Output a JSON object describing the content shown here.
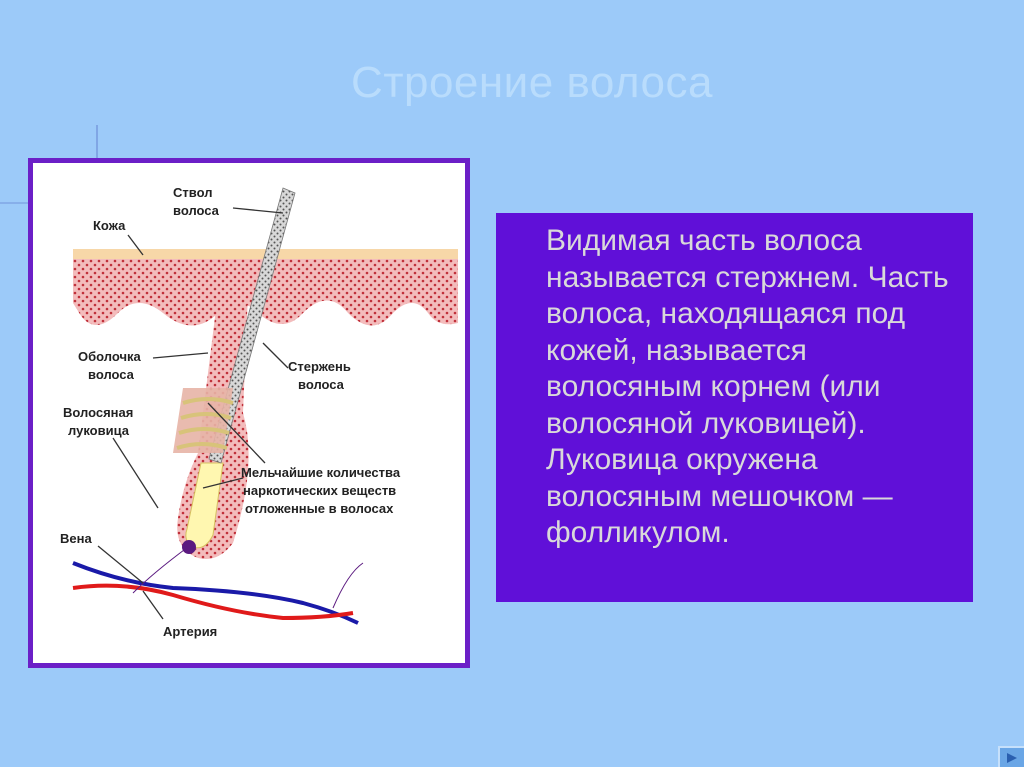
{
  "slide": {
    "title": "Строение волоса",
    "text": "Видимая часть волоса называется стержнем. Часть волоса, находящаяся под кожей, называется волосяным корнем (или волосяной луковицей). Луковица окружена волосяным мешочком — фолликулом."
  },
  "diagram": {
    "labels": {
      "stem_1": "Ствол",
      "stem_2": "волоса",
      "skin": "Кожа",
      "sheath_1": "Оболочка",
      "sheath_2": "волоса",
      "shaft_1": "Стержень",
      "shaft_2": "волоса",
      "bulb_1": "Волосяная",
      "bulb_2": "луковица",
      "traces_1": "Мельчайшие количества",
      "traces_2": "наркотических веществ",
      "traces_3": "отложенные в волосах",
      "vein": "Вена",
      "artery": "Артерия"
    }
  },
  "colors": {
    "background": "#9ccaf9",
    "panel": "#6010d8",
    "frame": "#6b1fc7",
    "skin_tissue": "#f2b8b8",
    "vein": "#1a1aa8",
    "artery": "#e01a1a"
  }
}
